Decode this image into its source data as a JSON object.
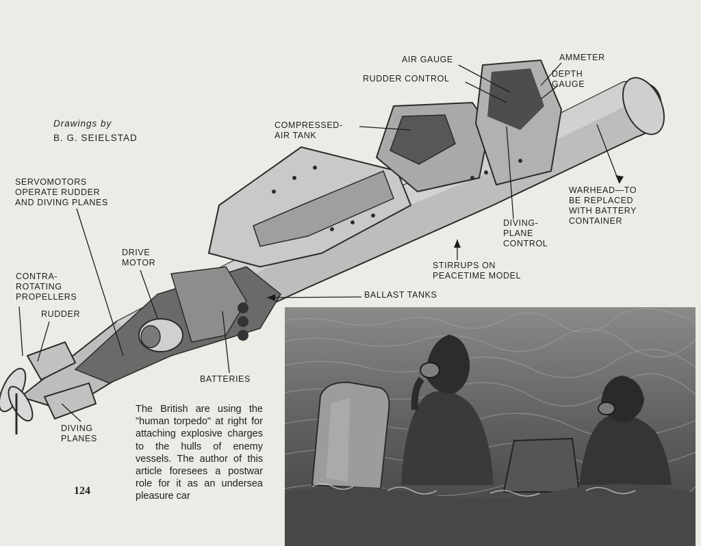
{
  "credit": {
    "line1": "Drawings by",
    "line2": "B. G. SEIELSTAD"
  },
  "labels": {
    "air_gauge": "AIR GAUGE",
    "ammeter": "AMMETER",
    "rudder_control": "RUDDER CONTROL",
    "depth_gauge": "DEPTH\nGAUGE",
    "compressed_air_tank": "COMPRESSED-\nAIR TANK",
    "servomotors": "SERVOMOTORS\nOPERATE RUDDER\nAND DIVING PLANES",
    "warhead": "WARHEAD—TO\nBE REPLACED\nWITH BATTERY\nCONTAINER",
    "diving_plane_control": "DIVING-\nPLANE\nCONTROL",
    "drive_motor": "DRIVE\nMOTOR",
    "stirrups": "STIRRUPS ON\nPEACETIME MODEL",
    "contra_rotating": "CONTRA-\nROTATING\nPROPELLERS",
    "ballast_tanks": "BALLAST TANKS",
    "rudder": "RUDDER",
    "batteries": "BATTERIES",
    "diving_planes": "DIVING\nPLANES"
  },
  "caption": "The British are using the \"human torpedo\" at right for attaching explosive charges to the hulls of enemy vessels. The author of this article foresees a postwar role for it as an undersea pleasure car",
  "page_number": "124",
  "colors": {
    "paper": "#ecebe6",
    "ink": "#1d1d1d",
    "hull": "#b9b9b7",
    "sea": "#6f6f6f"
  }
}
